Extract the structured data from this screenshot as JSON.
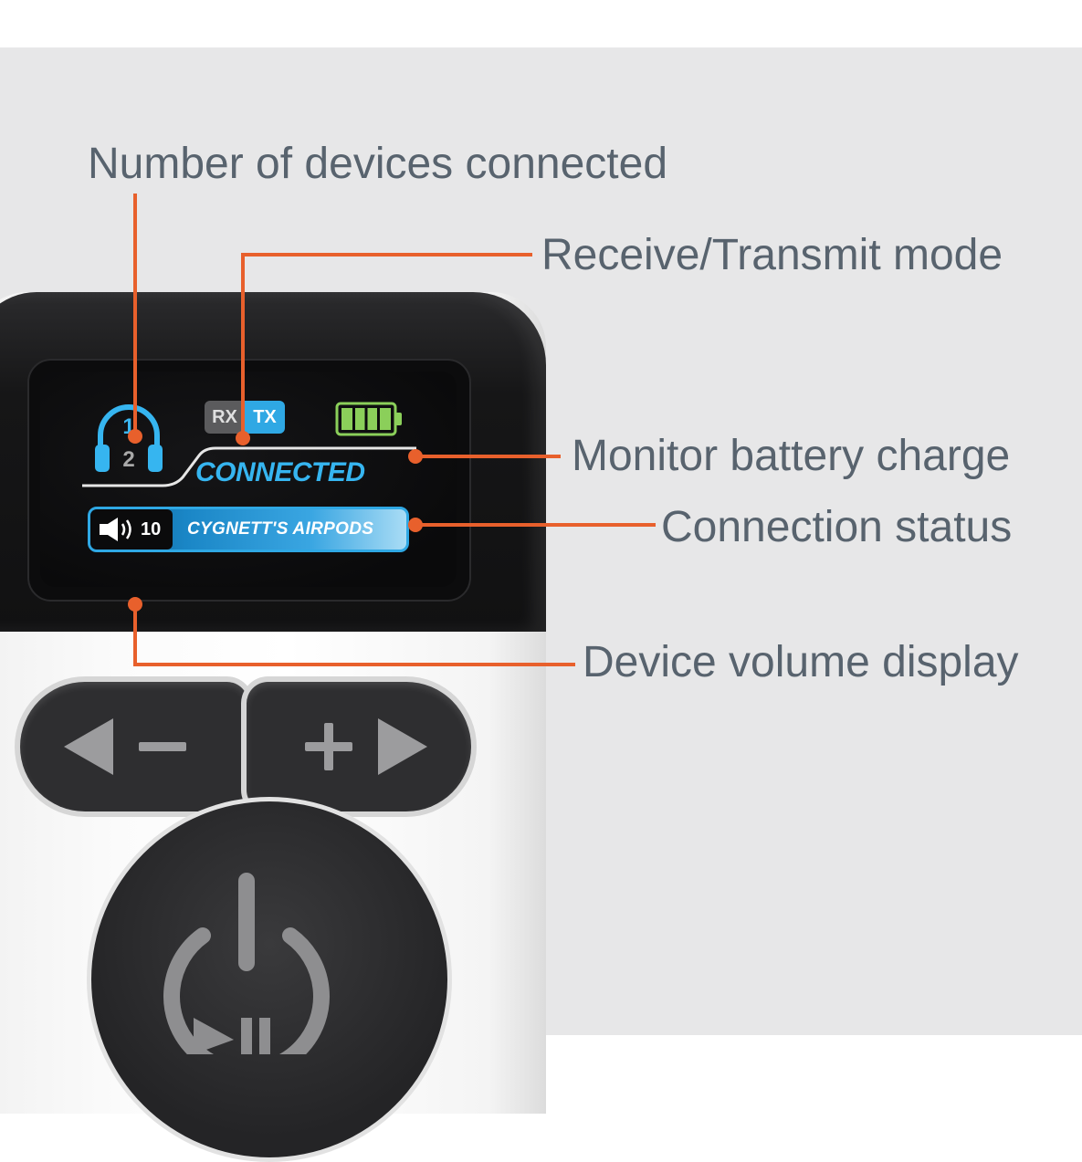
{
  "callouts": {
    "devices_connected": "Number of devices connected",
    "rx_tx_mode": "Receive/Transmit mode",
    "battery": "Monitor battery charge",
    "connection_status": "Connection status",
    "volume_display": "Device volume display"
  },
  "screen": {
    "device_slots": [
      "1",
      "2"
    ],
    "mode_rx": "RX",
    "mode_tx": "TX",
    "battery_level_fraction": 1.0,
    "status": "CONNECTED",
    "volume": "10",
    "device_name": "CYGNETT'S AIRPODS"
  },
  "colors": {
    "callout_line": "#e8602c",
    "callout_text": "#58636e",
    "screen_accent": "#36b5f0",
    "battery_green": "#8bcf5a",
    "background": "#e7e7e8"
  },
  "icons": [
    "headset-icon",
    "battery-icon",
    "speaker-icon",
    "back-arrow-icon",
    "minus-icon",
    "plus-icon",
    "forward-arrow-icon",
    "power-icon",
    "play-pause-icon"
  ]
}
